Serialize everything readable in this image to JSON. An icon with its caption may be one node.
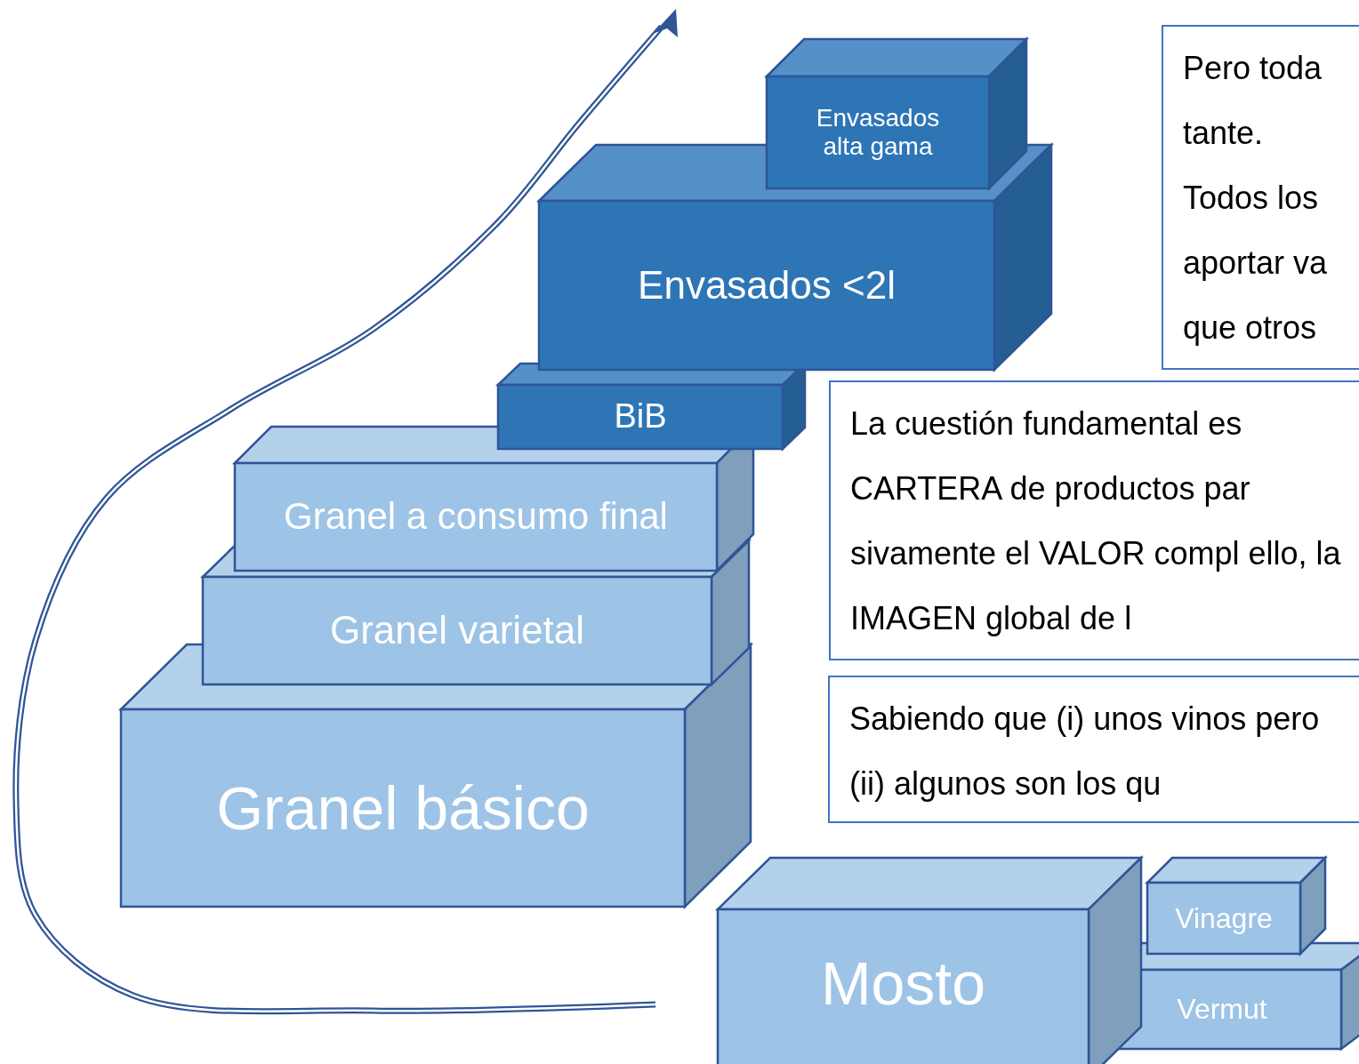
{
  "diagram": {
    "nodes": [
      {
        "text": [
          "Envasados alta gama"
        ]
      },
      {
        "text": [
          "Envasados <2l"
        ]
      },
      {
        "text": [
          "BiB"
        ]
      },
      {
        "text": [
          "Granel a consumo final"
        ]
      },
      {
        "text": [
          "Granel varietal"
        ]
      },
      {
        "text": [
          "Granel básico"
        ]
      },
      {
        "text": [
          "Mosto"
        ]
      },
      {
        "text": [
          "Vinagre"
        ]
      },
      {
        "text": [
          "Vermut"
        ]
      },
      {
        "text": [
          "Pero toda tante.",
          "Todos los aportar va que otros"
        ]
      },
      {
        "text": [
          "La cuestión fundamental es CARTERA de productos par sivamente el VALOR compl ello, la IMAGEN global de l"
        ]
      },
      {
        "text": [
          "Sabiendo que (i) unos vinos pero (ii) algunos son los qu"
        ]
      }
    ]
  }
}
